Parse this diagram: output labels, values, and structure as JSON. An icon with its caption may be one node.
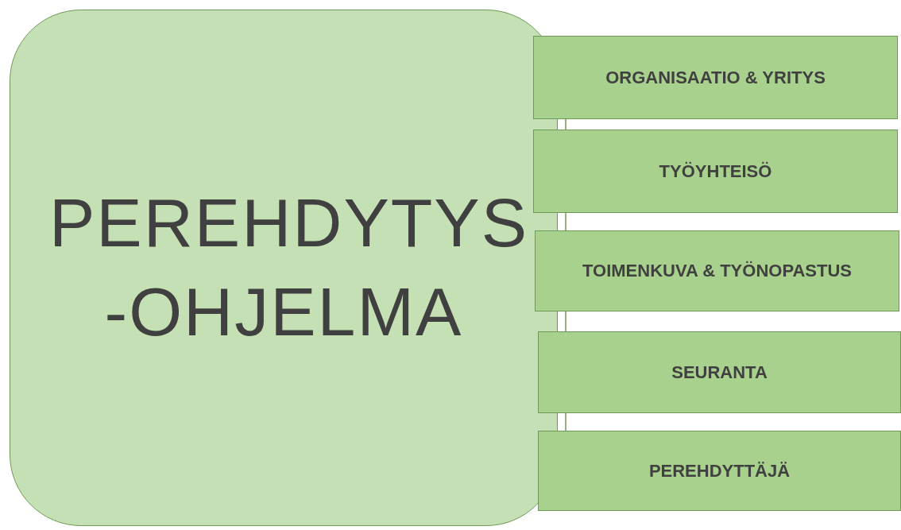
{
  "diagram": {
    "nodes": [
      {
        "text": [
          "PEREHDYTYS -OHJELMA"
        ]
      },
      {
        "text": [
          "ORGANISAATIO & YRITYS"
        ]
      },
      {
        "text": [
          "TYÖYHTEISÖ"
        ]
      },
      {
        "text": [
          "TOIMENKUVA & TYÖNOPASTUS"
        ]
      },
      {
        "text": [
          "SEURANTA"
        ]
      },
      {
        "text": [
          "PEREHDYTTÄJÄ"
        ]
      }
    ],
    "edges": [
      {
        "from": 1,
        "to": 2,
        "arrow": "none"
      },
      {
        "from": 2,
        "to": 3,
        "arrow": "none"
      },
      {
        "from": 3,
        "to": 4,
        "arrow": "none"
      },
      {
        "from": 4,
        "to": 5,
        "arrow": "none"
      }
    ]
  }
}
